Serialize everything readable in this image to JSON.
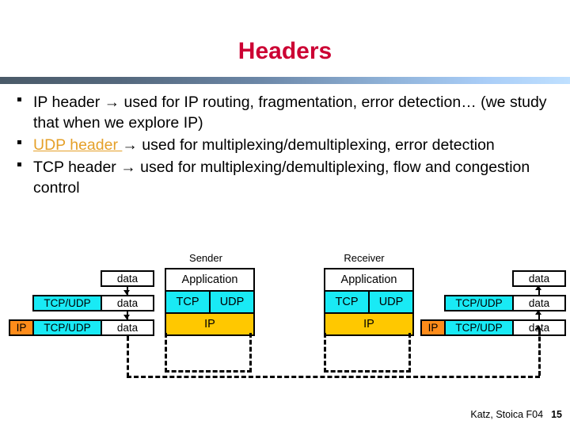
{
  "slide": {
    "title": "Headers",
    "title_color": "#cc0033",
    "accent_rule_from": "#4a5a68",
    "accent_rule_to": "#bfe0ff"
  },
  "bullets": [
    {
      "pre": "IP header ",
      "arrow": "→",
      "post": " used for IP routing, fragmentation, error detection… (we study that when we explore IP)",
      "highlight": "",
      "highlight_color": ""
    },
    {
      "pre": "",
      "arrow": "→",
      "post": " used for multiplexing/demultiplexing, error detection",
      "highlight": "UDP header ",
      "highlight_color": "#e5a029"
    },
    {
      "pre": "TCP header ",
      "arrow": "→",
      "post": " used for multiplexing/demultiplexing, flow and congestion control",
      "highlight": "",
      "highlight_color": ""
    }
  ],
  "diagram": {
    "colors": {
      "ip": "#ff8c1a",
      "transport": "#19eaf5",
      "ip_layer": "#ffc800",
      "data": "#ffffff",
      "outline": "#000000"
    },
    "sender": {
      "label": "Sender",
      "layers": [
        {
          "cells": [
            "Application"
          ],
          "fill": "white"
        },
        {
          "cells": [
            "TCP",
            "UDP"
          ],
          "fill": "cyan"
        },
        {
          "cells": [
            "IP"
          ],
          "fill": "gold"
        }
      ]
    },
    "receiver": {
      "label": "Receiver",
      "layers": [
        {
          "cells": [
            "Application"
          ],
          "fill": "white"
        },
        {
          "cells": [
            "TCP",
            "UDP"
          ],
          "fill": "cyan"
        },
        {
          "cells": [
            "IP"
          ],
          "fill": "gold"
        }
      ]
    },
    "encapsulation": {
      "direction": "down",
      "rows": [
        {
          "segments": [
            {
              "text": "data",
              "fill": "white"
            }
          ]
        },
        {
          "segments": [
            {
              "text": "TCP/UDP",
              "fill": "cyan"
            },
            {
              "text": "data",
              "fill": "white"
            }
          ]
        },
        {
          "segments": [
            {
              "text": "IP",
              "fill": "orange"
            },
            {
              "text": "TCP/UDP",
              "fill": "cyan"
            },
            {
              "text": "data",
              "fill": "white"
            }
          ]
        }
      ]
    },
    "decapsulation": {
      "direction": "up",
      "rows": [
        {
          "segments": [
            {
              "text": "data",
              "fill": "white"
            }
          ]
        },
        {
          "segments": [
            {
              "text": "TCP/UDP",
              "fill": "cyan"
            },
            {
              "text": "data",
              "fill": "white"
            }
          ]
        },
        {
          "segments": [
            {
              "text": "IP",
              "fill": "orange"
            },
            {
              "text": "TCP/UDP",
              "fill": "cyan"
            },
            {
              "text": "data",
              "fill": "white"
            }
          ]
        }
      ]
    }
  },
  "footer": {
    "attribution": "Katz, Stoica F04",
    "page_number": "15"
  }
}
